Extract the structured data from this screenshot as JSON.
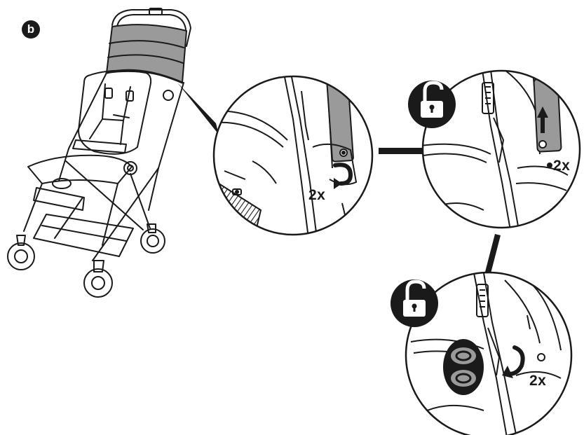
{
  "step": {
    "letter": "b"
  },
  "details": [
    {
      "name": "detail-1",
      "count_label": "2x"
    },
    {
      "name": "detail-2",
      "count_label": "2x",
      "icon": "unlock-icon",
      "arrow": "up-arrow-icon"
    },
    {
      "name": "detail-3",
      "count_label": "2x",
      "icon": "unlock-icon",
      "symbol": "fastener-symbol-icon"
    }
  ],
  "colors": {
    "ink": "#1a1a1a",
    "fabric": "#9a9a9a",
    "paper": "#ffffff"
  }
}
